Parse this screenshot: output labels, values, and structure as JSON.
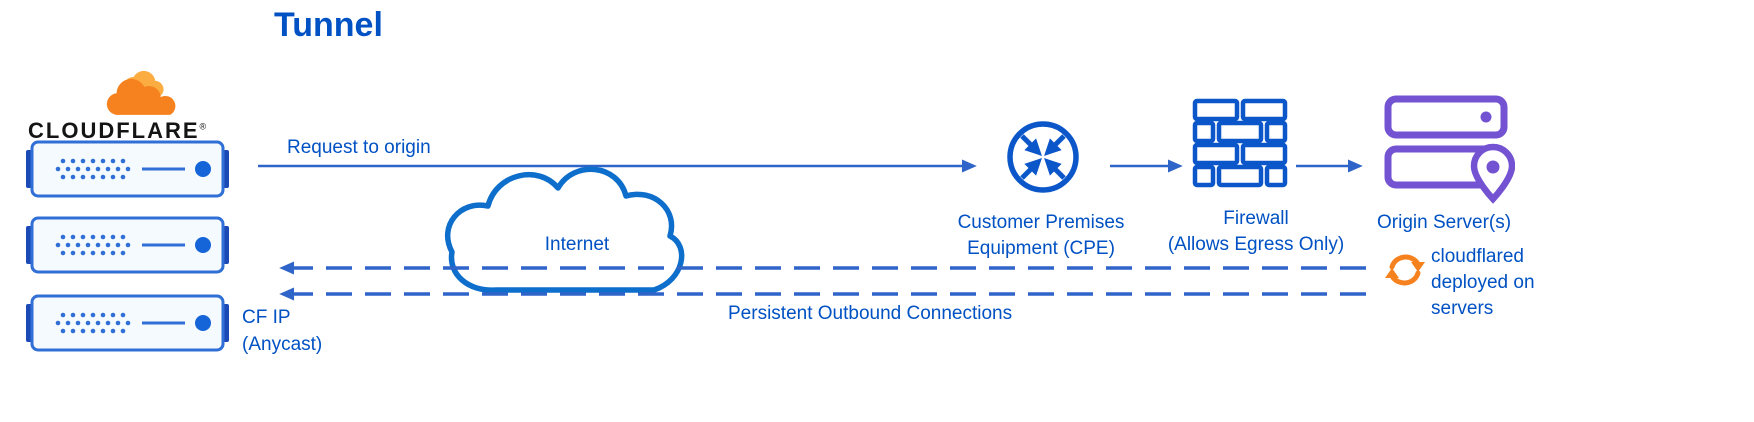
{
  "title": "Tunnel",
  "colors": {
    "text_blue": "#0051c3",
    "line_blue": "#2f64c8",
    "icon_blue": "#0b57c9",
    "internet_cloud_blue": "#0d6ecb",
    "cloudflare_orange": "#f6821f",
    "cloudflare_orange_light": "#fbad41",
    "origin_purple": "#7453d2",
    "server_cap_blue": "#1b49b5",
    "wordmark_black": "#141414"
  },
  "cloudflare": {
    "wordmark": "CLOUDFLARE",
    "registered_mark": "®",
    "cf_ip_lines": [
      "CF IP",
      "(Anycast)"
    ]
  },
  "flow": {
    "request_label": "Request to origin",
    "internet_label": "Internet",
    "persistent_label": "Persistent Outbound Connections"
  },
  "nodes": {
    "cpe": {
      "label_lines": [
        "Customer Premises",
        "Equipment (CPE)"
      ]
    },
    "firewall": {
      "label_lines": [
        "Firewall",
        "(Allows Egress Only)"
      ]
    },
    "origin": {
      "label": "Origin Server(s)"
    },
    "cloudflared": {
      "label_lines": [
        "cloudflared",
        "deployed on",
        "servers"
      ]
    }
  }
}
